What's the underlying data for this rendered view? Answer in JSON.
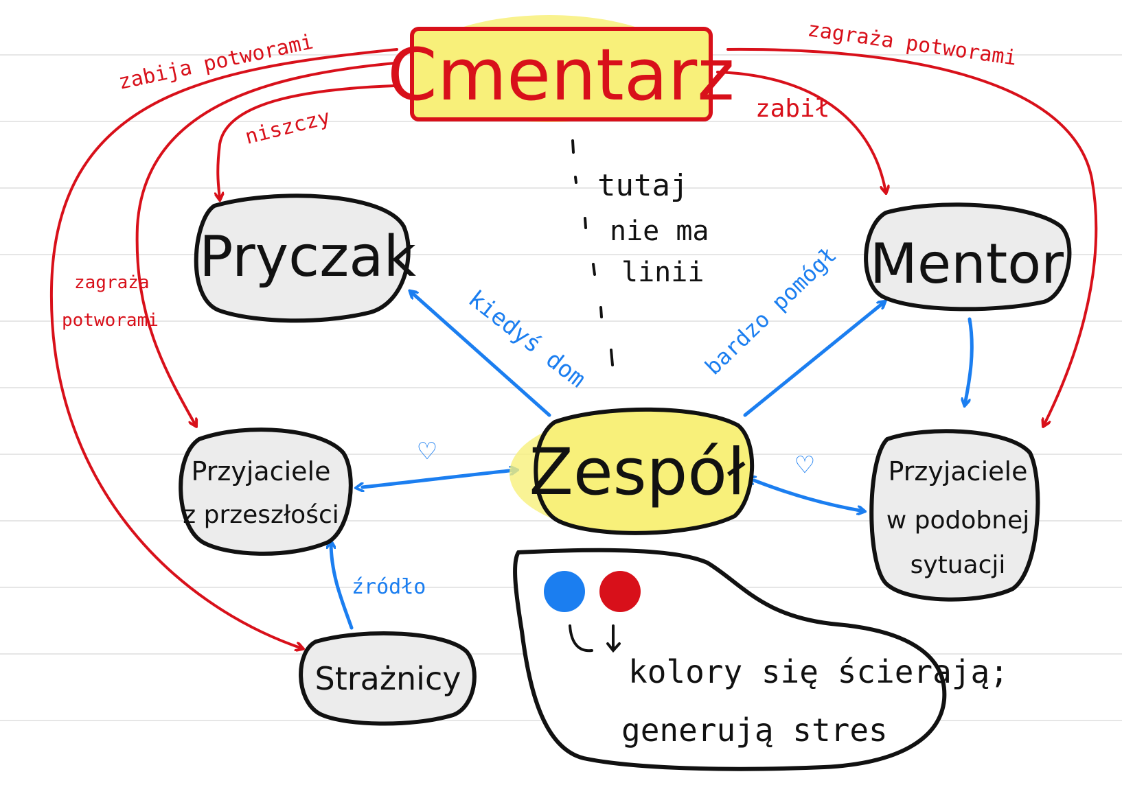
{
  "colors": {
    "paper_line": "#e6e6e6",
    "node_fill": "#ececec",
    "highlight_fill": "#f8f07a",
    "red": "#d8101a",
    "blue": "#1b7ef0",
    "ink": "#111111"
  },
  "nodes": {
    "cmentarz": "Cmentarz",
    "pryczak": "Pryczak",
    "mentor": "Mentor",
    "zespol": "Zespół",
    "past_friends_line1": "Przyjaciele",
    "past_friends_line2": "z przeszłości",
    "similar_friends_line1": "Przyjaciele",
    "similar_friends_line2": "w podobnej",
    "similar_friends_line3": "sytuacji",
    "straznicy": "Strażnicy"
  },
  "edge_labels": {
    "zabija_potworami": "zabija potworami",
    "zagraza_potworami_right": "zagraża potworami",
    "zagraza_potworami_left_line1": "zagraża",
    "zagraza_potworami_left_line2": "potworami",
    "niszczy": "niszczy",
    "zabil": "zabił",
    "kiedys_dom": "kiedyś dom",
    "bardzo_pomogl": "bardzo pomógł",
    "zrodlo": "źródło",
    "heart_left": "♡",
    "heart_right": "♡"
  },
  "note_middle": {
    "line1": "tutaj",
    "line2": "nie ma",
    "line3": "linii"
  },
  "legend": {
    "line1": "kolory się ścierają;",
    "line2": "generują stres"
  }
}
